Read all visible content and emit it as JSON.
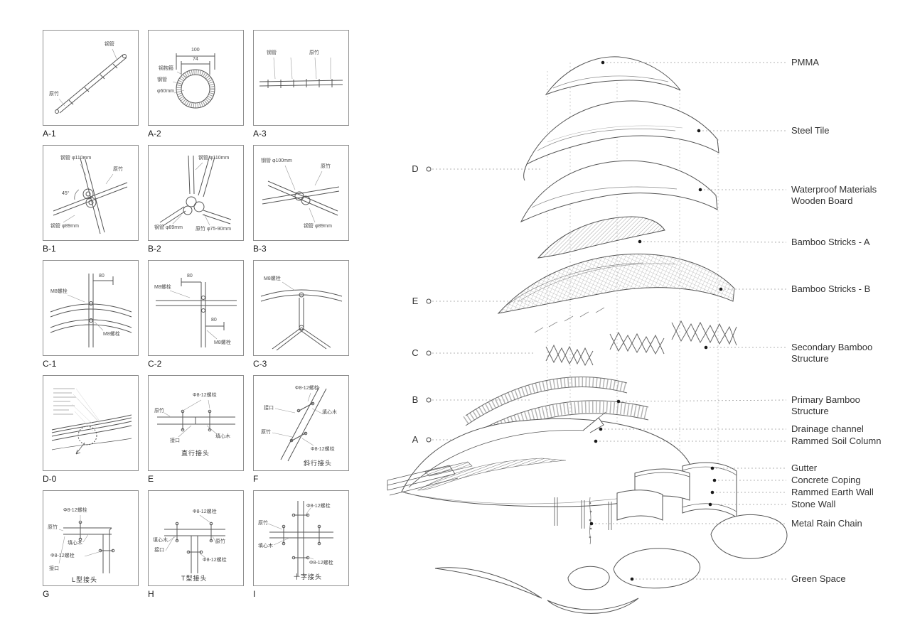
{
  "colors": {
    "background": "#ffffff",
    "ink": "#444444",
    "leader_dotted": "#9a9a9a"
  },
  "detail_panels": [
    {
      "id": "A-1",
      "labels": [
        "钢管",
        "原竹"
      ]
    },
    {
      "id": "A-2",
      "labels": [
        "钢抱箍",
        "钢管",
        "φ60mm",
        "100",
        "74"
      ]
    },
    {
      "id": "A-3",
      "labels": [
        "钢管",
        "原竹"
      ]
    },
    {
      "id": "B-1",
      "labels": [
        "钢管 φ110mm",
        "原竹",
        "45°",
        "钢管 φ89mm"
      ]
    },
    {
      "id": "B-2",
      "labels": [
        "钢管 φ110mm",
        "钢管 φ89mm",
        "原竹 φ75-90mm"
      ]
    },
    {
      "id": "B-3",
      "labels": [
        "钢管 φ100mm",
        "原竹",
        "钢管 φ89mm"
      ]
    },
    {
      "id": "C-1",
      "labels": [
        "80",
        "M8螺栓",
        "M8螺栓"
      ]
    },
    {
      "id": "C-2",
      "labels": [
        "80",
        "80",
        "M8螺栓",
        "M8螺栓"
      ]
    },
    {
      "id": "C-3",
      "labels": [
        "M8螺栓"
      ]
    },
    {
      "id": "D-0",
      "labels": []
    },
    {
      "id": "E",
      "labels": [
        "Φ8-12螺栓",
        "原竹",
        "接口",
        "填心木"
      ],
      "caption": "直行接头"
    },
    {
      "id": "F",
      "labels": [
        "Φ8-12螺栓",
        "接口",
        "填心木",
        "原竹",
        "Φ8-12螺栓"
      ],
      "caption": "斜行接头"
    },
    {
      "id": "G",
      "labels": [
        "Φ8-12螺栓",
        "原竹",
        "填心木",
        "Φ8-12螺栓",
        "接口"
      ],
      "caption": "L型接头"
    },
    {
      "id": "H",
      "labels": [
        "Φ8-12螺栓",
        "填心木",
        "接口",
        "原竹",
        "Φ8-12螺栓"
      ],
      "caption": "T型接头"
    },
    {
      "id": "I",
      "labels": [
        "Φ8-12螺栓",
        "原竹",
        "填心木",
        "Φ8-12螺栓"
      ],
      "caption": "十字接头"
    }
  ],
  "exploded": {
    "markers": [
      {
        "letter": "D"
      },
      {
        "letter": "E"
      },
      {
        "letter": "C"
      },
      {
        "letter": "B"
      },
      {
        "letter": "A"
      }
    ],
    "labels": [
      {
        "text": "PMMA"
      },
      {
        "text": "Steel Tile"
      },
      {
        "text": "Waterproof Materials\nWooden Board"
      },
      {
        "text": "Bamboo Stricks - A"
      },
      {
        "text": "Bamboo Stricks - B"
      },
      {
        "text": "Secondary Bamboo\nStructure"
      },
      {
        "text": "Primary Bamboo\nStructure"
      },
      {
        "text": "Drainage channel"
      },
      {
        "text": "Rammed Soil Column"
      },
      {
        "text": "Gutter"
      },
      {
        "text": "Concrete Coping"
      },
      {
        "text": "Rammed Earth Wall"
      },
      {
        "text": "Stone Wall"
      },
      {
        "text": "Metal Rain Chain"
      },
      {
        "text": "Green Space"
      }
    ]
  }
}
